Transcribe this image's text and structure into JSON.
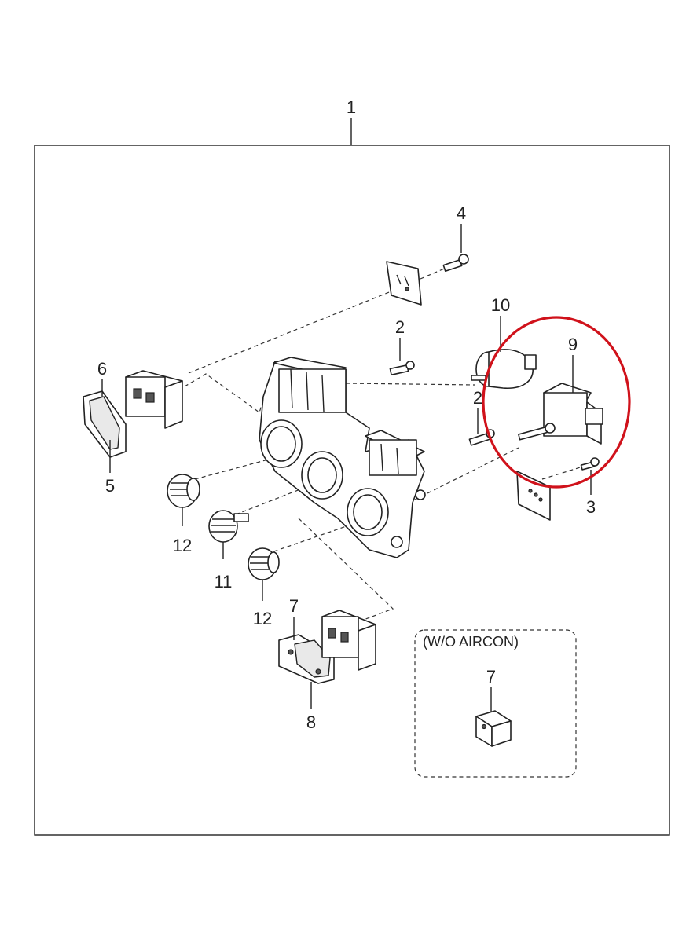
{
  "callouts": {
    "c1": "1",
    "c2a": "2",
    "c2b": "2",
    "c3": "3",
    "c4": "4",
    "c5": "5",
    "c6": "6",
    "c7a": "7",
    "c7b": "7",
    "c8": "8",
    "c9": "9",
    "c10": "10",
    "c11": "11",
    "c12a": "12",
    "c12b": "12"
  },
  "variant_box": {
    "label": "(W/O AIRCON)"
  },
  "highlight": {
    "color": "#d0121b"
  }
}
